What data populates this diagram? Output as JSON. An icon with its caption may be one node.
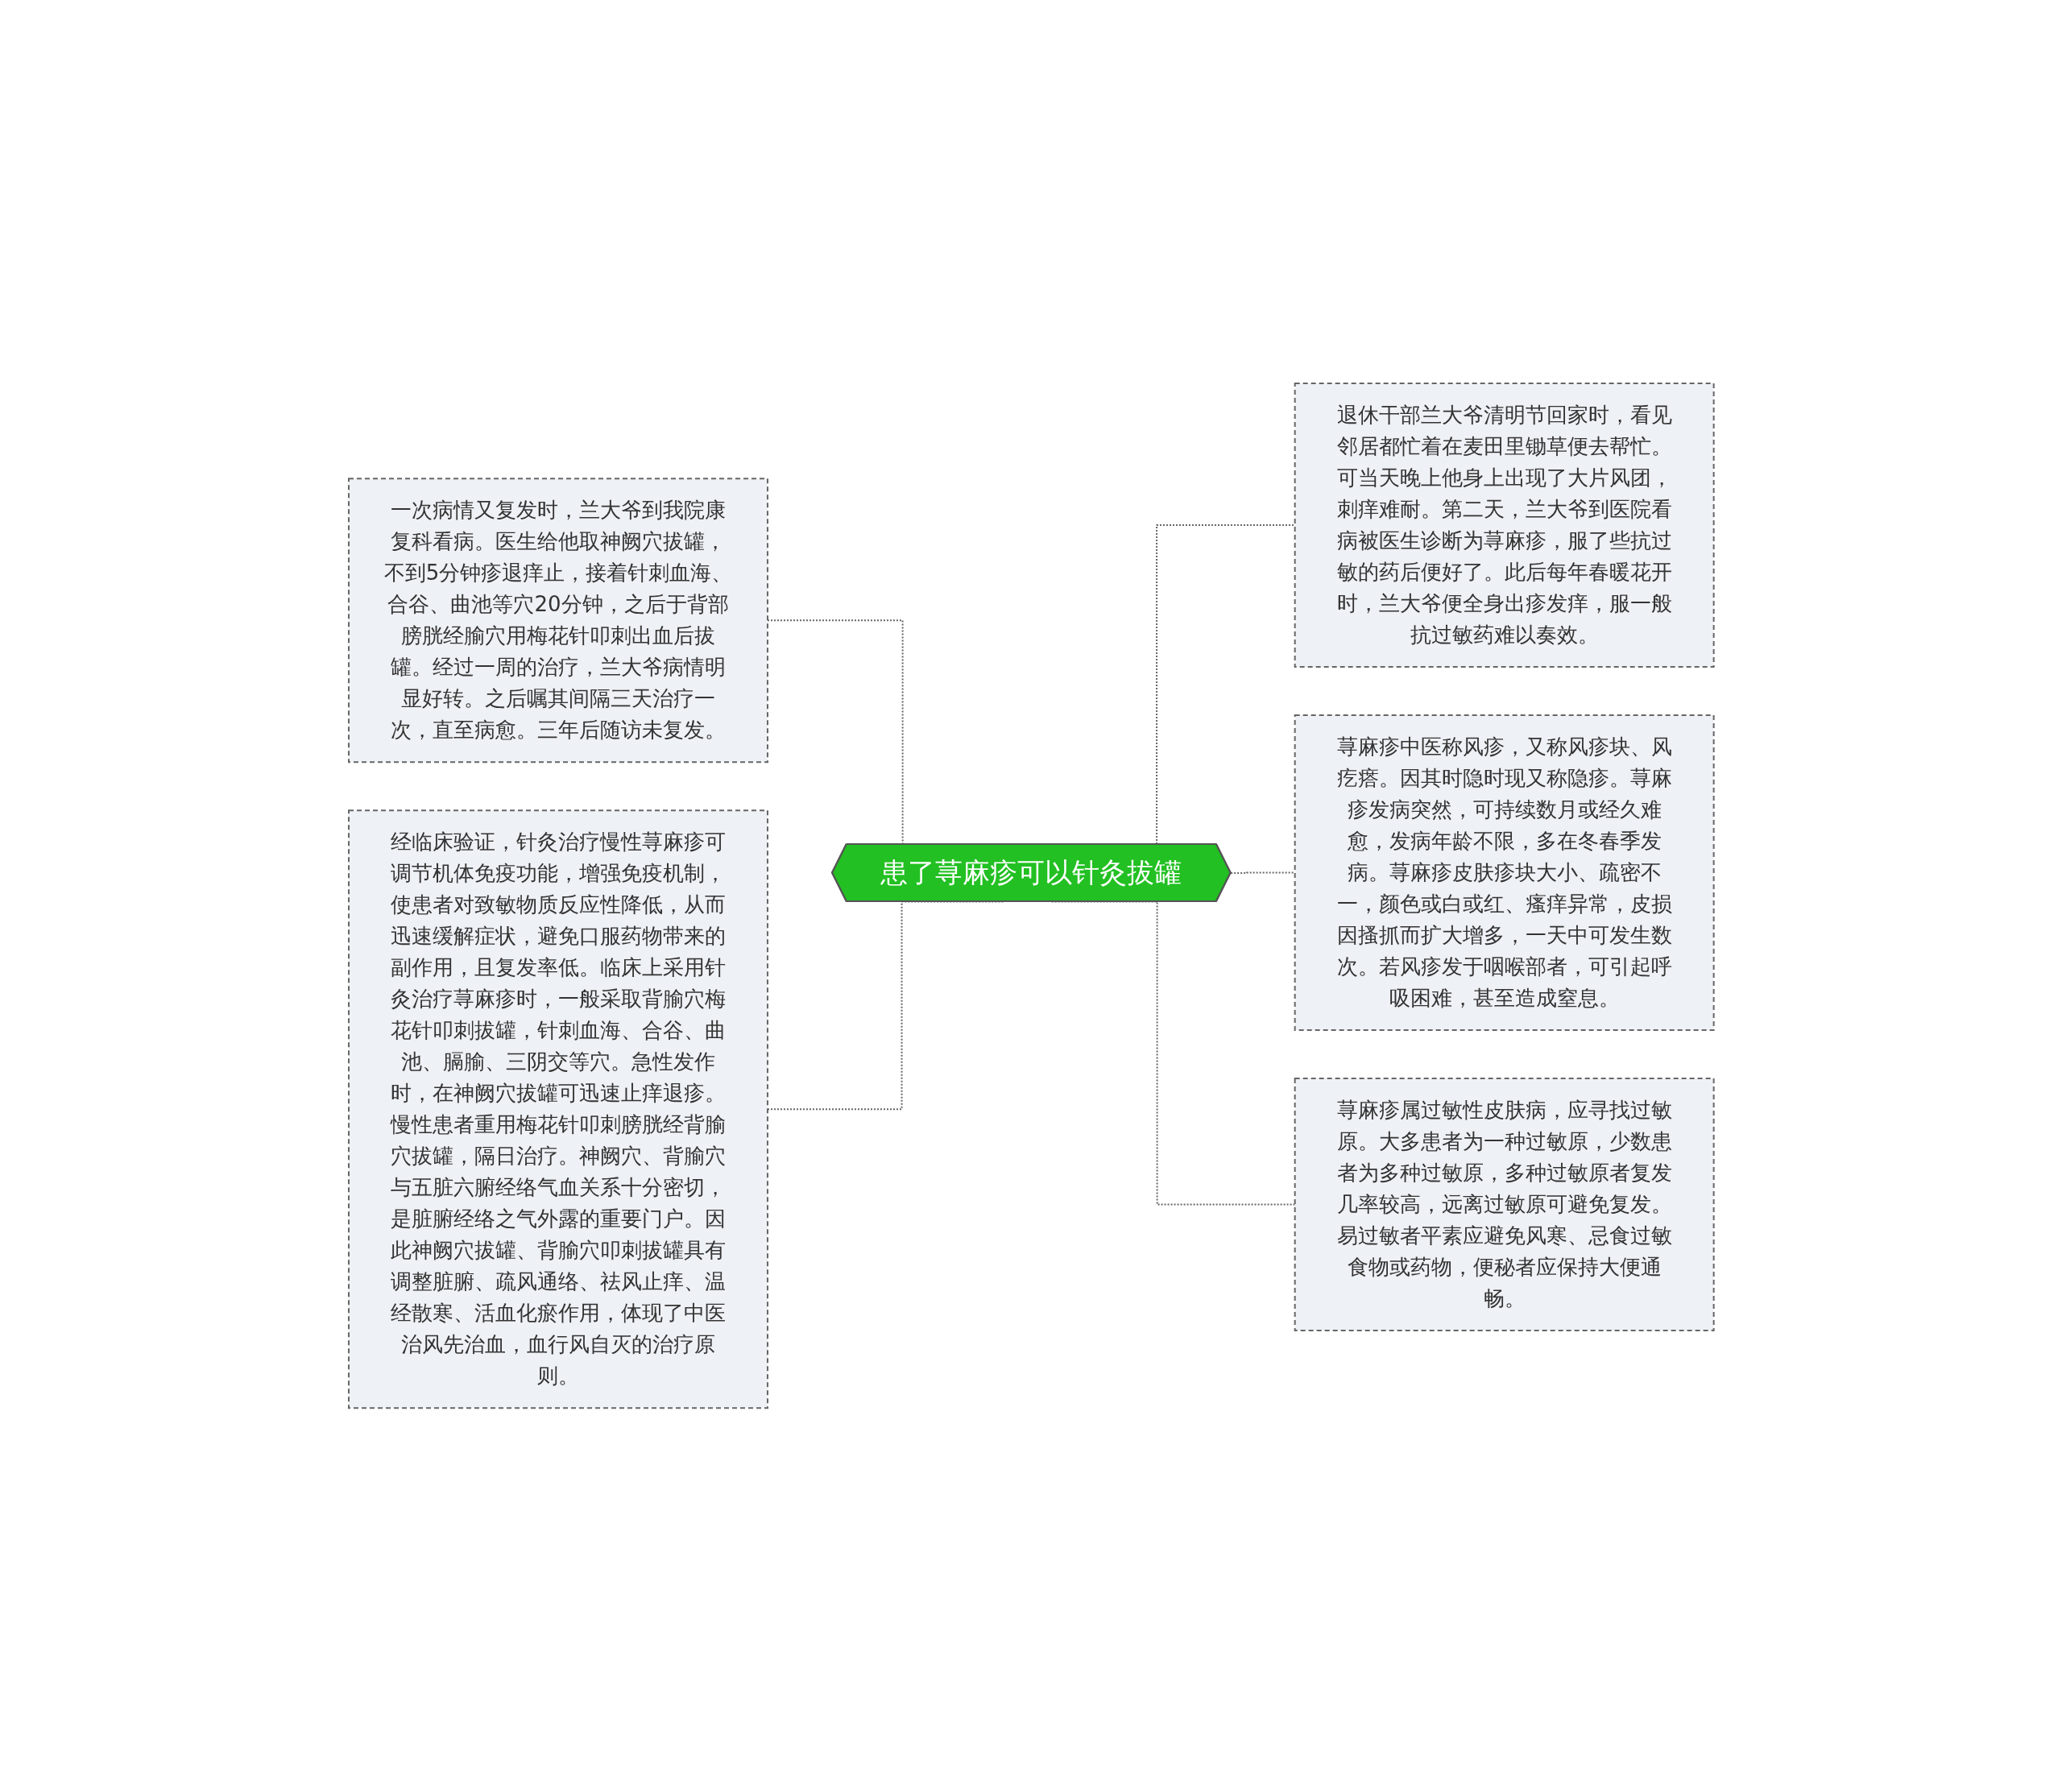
{
  "diagram": {
    "nodes": [
      {
        "text": [
          "患了荨麻疹可以针灸拔罐"
        ]
      },
      {
        "text": [
          "一次病情又复发时，兰大爷到我院康复科看病。医生给他取神阙穴拔罐，不到5分钟疹退痒止，接着针刺血海、合谷、曲池等穴20分钟，之后于背部膀胱经腧穴用梅花针叩刺出血后拔罐。经过一周的治疗，兰大爷病情明显好转。之后嘱其间隔三天治疗一次，直至病愈。三年后随访未复发。"
        ]
      },
      {
        "text": [
          "经临床验证，针灸治疗慢性荨麻疹可调节机体免疫功能，增强免疫机制，使患者对致敏物质反应性降低，从而迅速缓解症状，避免口服药物带来的副作用，且复发率低。临床上采用针灸治疗荨麻疹时，一般采取背腧穴梅花针叩刺拔罐，针刺血海、合谷、曲池、膈腧、三阴交等穴。急性发作时，在神阙穴拔罐可迅速止痒退疹。慢性患者重用梅花针叩刺膀胱经背腧穴拔罐，隔日治疗。神阙穴、背腧穴与五脏六腑经络气血关系十分密切，是脏腑经络之气外露的重要门户。因此神阙穴拔罐、背腧穴叩刺拔罐具有调整脏腑、疏风通络、祛风止痒、温经散寒、活血化瘀作用，体现了中医治风先治血，血行风自灭的治疗原则。"
        ]
      },
      {
        "text": [
          "退休干部兰大爷清明节回家时，看见邻居都忙着在麦田里锄草便去帮忙。可当天晚上他身上出现了大片风团，刺痒难耐。第二天，兰大爷到医院看病被医生诊断为荨麻疹，服了些抗过敏的药后便好了。此后每年春暖花开时，兰大爷便全身出疹发痒，服一般抗过敏药难以奏效。"
        ]
      },
      {
        "text": [
          "荨麻疹中医称风疹，又称风疹块、风疙瘩。因其时隐时现又称隐疹。荨麻疹发病突然，可持续数月或经久难愈，发病年龄不限，多在冬春季发病。荨麻疹皮肤疹块大小、疏密不一，颜色或白或红、瘙痒异常，皮损因搔抓而扩大增多，一天中可发生数次。若风疹发于咽喉部者，可引起呼吸困难，甚至造成窒息。"
        ]
      },
      {
        "text": [
          "荨麻疹属过敏性皮肤病，应寻找过敏原。大多患者为一种过敏原，少数患者为多种过敏原，多种过敏原者复发几率较高，远离过敏原可避免复发。易过敏者平素应避免风寒、忌食过敏食物或药物，便秘者应保持大便通畅。"
        ]
      }
    ],
    "edges": [
      {
        "from": 1,
        "to": 0,
        "arrow": "none",
        "style": "dashed"
      },
      {
        "from": 2,
        "to": 0,
        "arrow": "none",
        "style": "dashed"
      },
      {
        "from": 0,
        "to": 3,
        "arrow": "none",
        "style": "dashed"
      },
      {
        "from": 0,
        "to": 4,
        "arrow": "none",
        "style": "dashed"
      },
      {
        "from": 0,
        "to": 5,
        "arrow": "none",
        "style": "dashed"
      }
    ]
  }
}
